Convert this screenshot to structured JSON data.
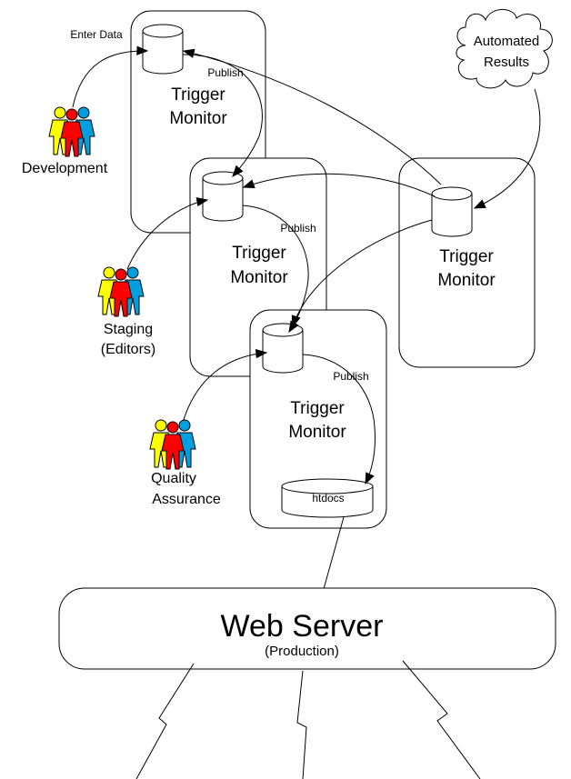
{
  "actors": {
    "development": "Development",
    "staging_line1": "Staging",
    "staging_line2": "(Editors)",
    "qa_line1": "Quality",
    "qa_line2": "Assurance"
  },
  "labels": {
    "enter_data": "Enter Data",
    "publish": "Publish",
    "trigger": "Trigger",
    "monitor": "Monitor",
    "automated": "Automated",
    "results": "Results",
    "htdocs": "htdocs",
    "web_server": "Web Server",
    "production": "(Production)"
  },
  "colors": {
    "person_yellow": "#ffff00",
    "person_red": "#ff0000",
    "person_blue": "#00a0e0"
  },
  "icons": [
    "people-group-icon",
    "database-icon",
    "cloud-icon",
    "lightning-icon"
  ]
}
